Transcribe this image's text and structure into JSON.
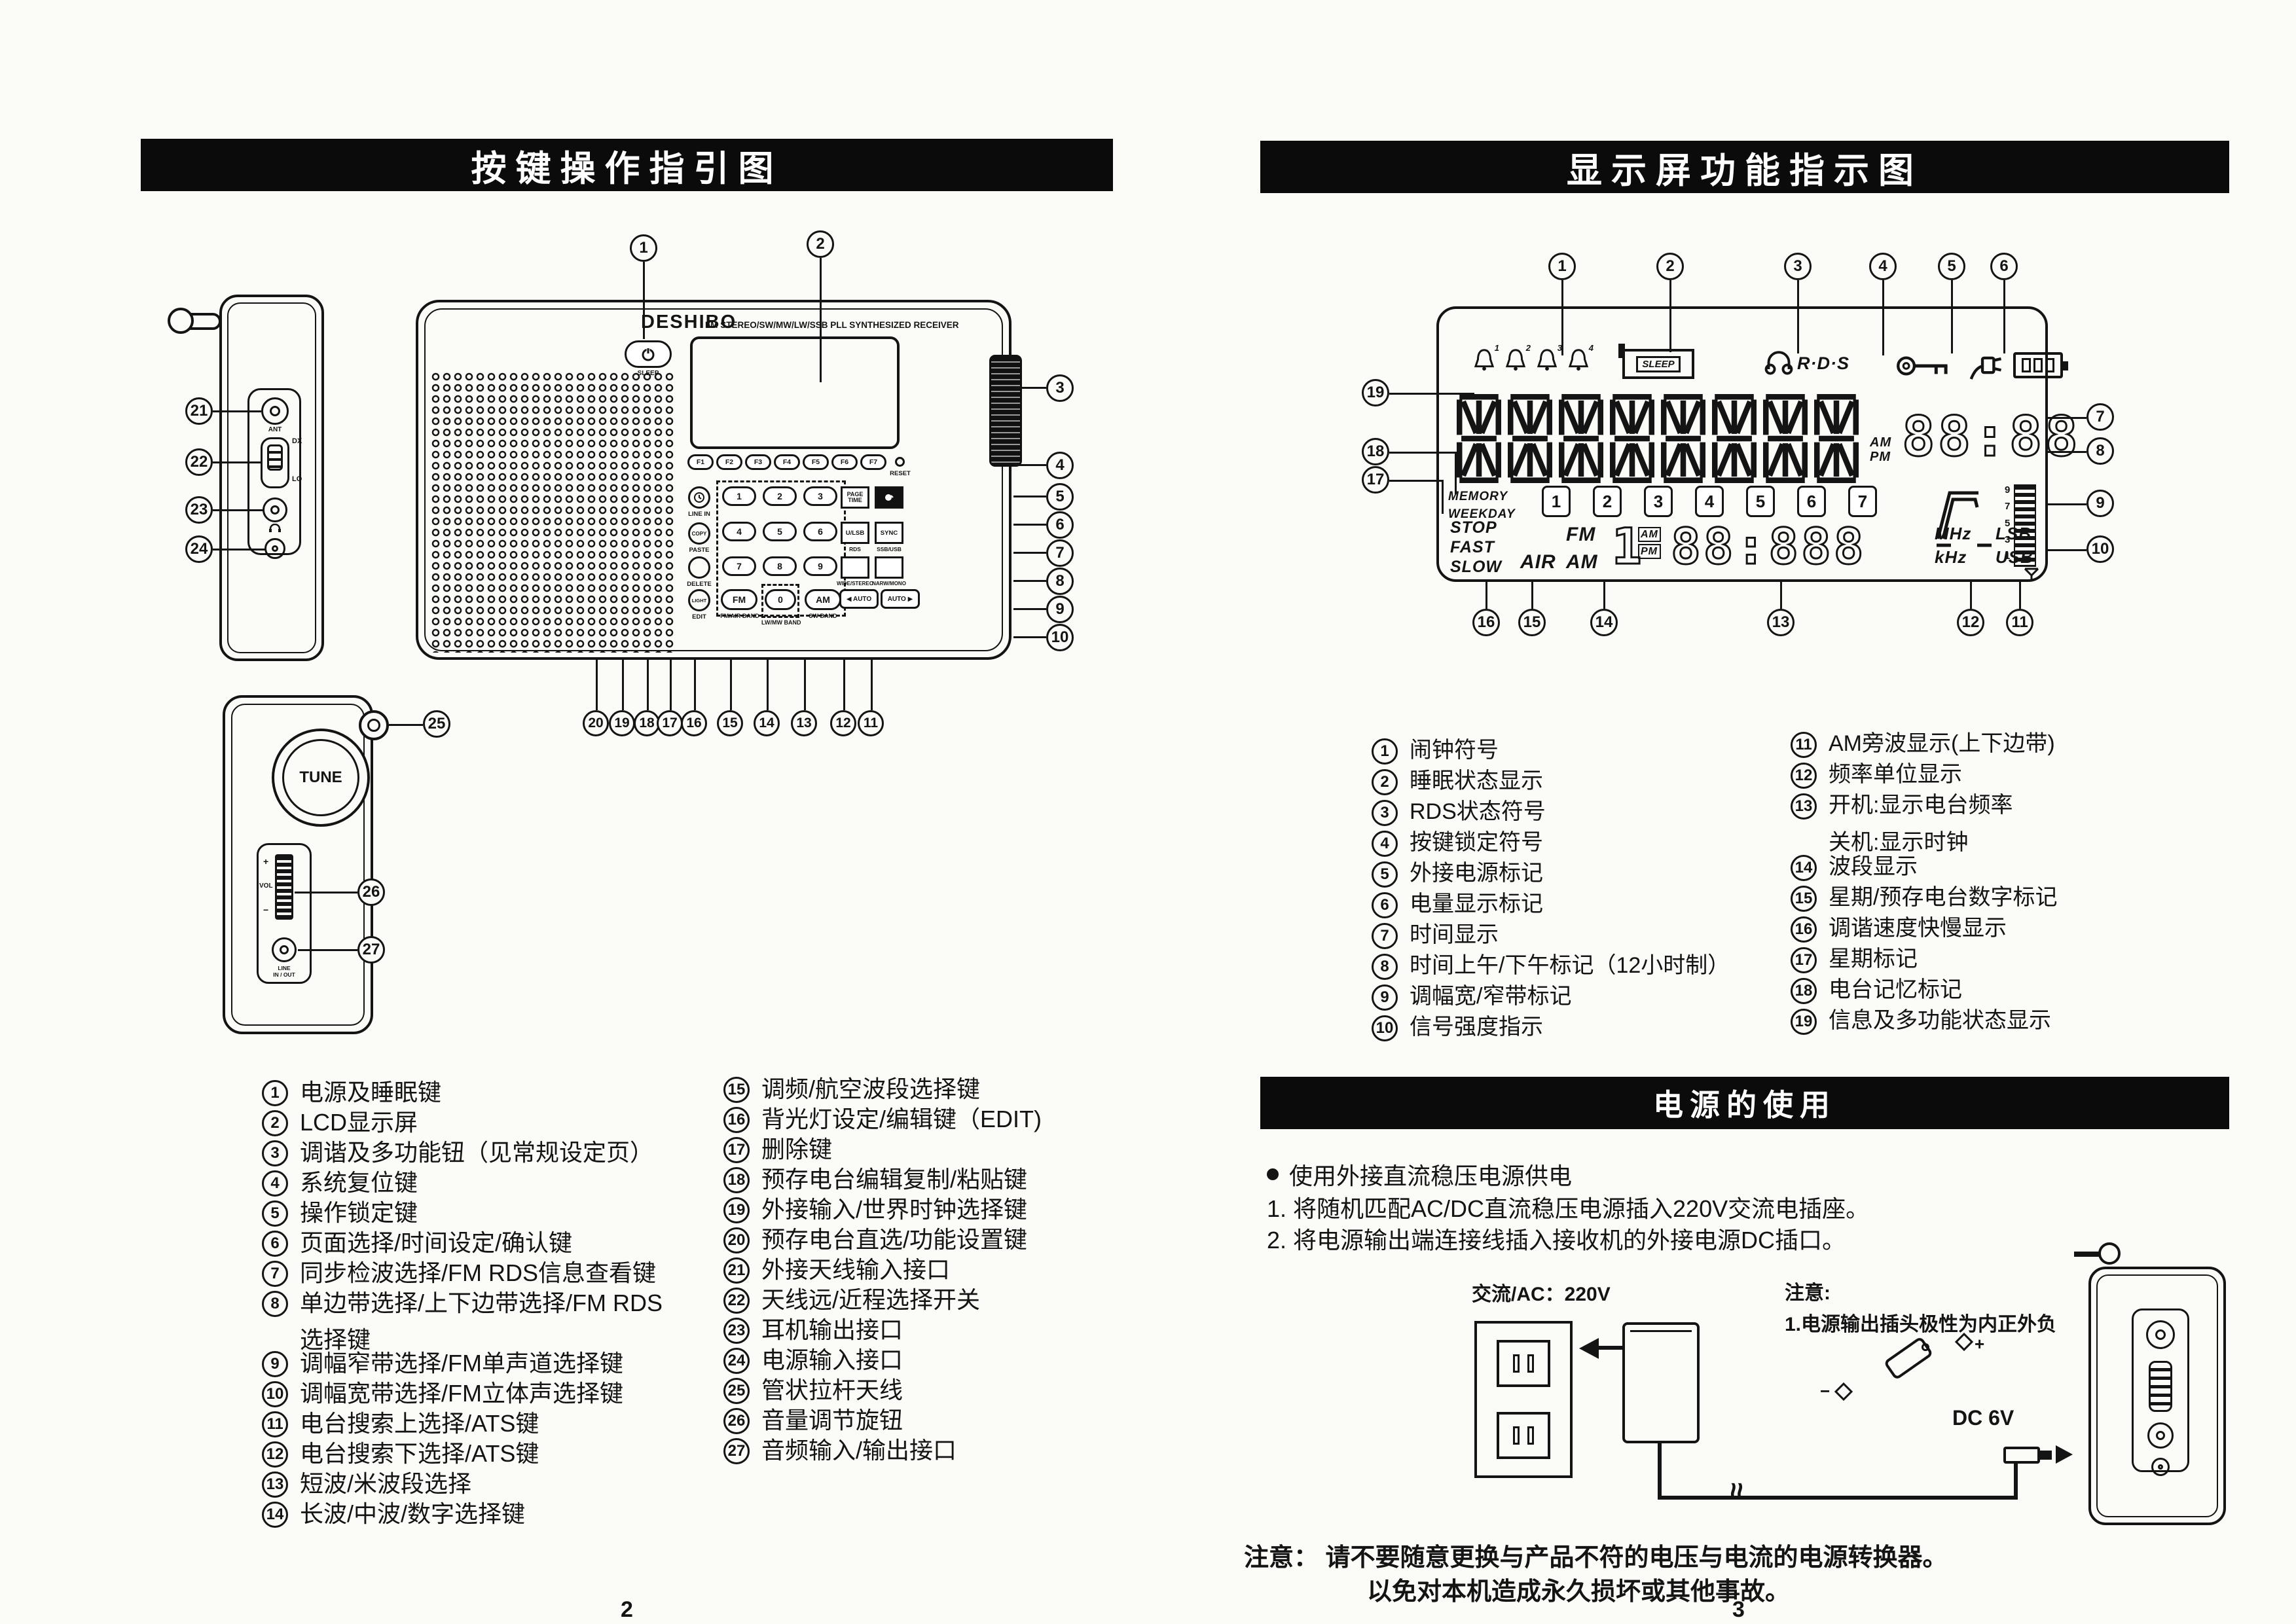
{
  "lp": {
    "title": "按键操作指引图",
    "page_number": "2",
    "radio": {
      "brand": "DESHIBO",
      "tagline": "FM STEREO/SW/MW/LW/SSB PLL SYNTHESIZED RECEIVER",
      "sleep": "SLEEP",
      "fn": [
        "F1",
        "F2",
        "F3",
        "F4",
        "F5",
        "F6",
        "F7"
      ],
      "reset": "RESET",
      "minis": [
        {
          "t": "",
          "c": "LINE IN"
        },
        {
          "t": "COPY",
          "c": "PASTE"
        },
        {
          "t": "",
          "c": "DELETE"
        },
        {
          "t": "LIGHT",
          "c": "EDIT"
        }
      ],
      "digits": [
        "1",
        "2",
        "3",
        "4",
        "5",
        "6",
        "7",
        "8",
        "9"
      ],
      "bands": [
        {
          "t": "FM",
          "c": "FM/AIR BAND"
        },
        {
          "t": "0",
          "c": "LW/MW BAND"
        },
        {
          "t": "AM",
          "c": "SW BAND"
        }
      ],
      "rk1": "PAGE TIME",
      "rk2": {
        "t": "U/LSB",
        "c": "RDS"
      },
      "rk3": {
        "t": "SYNC",
        "c": "SSB/USB"
      },
      "rk4c": "WIDE/STEREO",
      "rk5c": "NARW/MONO",
      "auto_l": "◀ AUTO",
      "auto_r": "AUTO ▶"
    },
    "side1": {
      "ant": "ANT",
      "dx": "DX",
      "lo": "LO"
    },
    "side2": {
      "tune": "TUNE",
      "vol": "VOL",
      "plus": "+",
      "minus": "−",
      "line1": "LINE",
      "line2": "IN / OUT"
    },
    "co_top": [
      "1",
      "2"
    ],
    "co_right": [
      "3",
      "4",
      "5",
      "6",
      "7",
      "8",
      "9",
      "10"
    ],
    "co_bottom": [
      "20",
      "19",
      "18",
      "17",
      "16",
      "15",
      "14",
      "13",
      "12",
      "11"
    ],
    "co_s1": [
      "21",
      "22",
      "23",
      "24"
    ],
    "co_s2": [
      "25",
      "26",
      "27"
    ],
    "list": [
      {
        "n": "1",
        "t": "电源及睡眠键"
      },
      {
        "n": "2",
        "t": "LCD显示屏"
      },
      {
        "n": "3",
        "t": "调谐及多功能钮（见常规设定页）"
      },
      {
        "n": "4",
        "t": "系统复位键"
      },
      {
        "n": "5",
        "t": "操作锁定键"
      },
      {
        "n": "6",
        "t": "页面选择/时间设定/确认键"
      },
      {
        "n": "7",
        "t": "同步检波选择/FM RDS信息查看键"
      },
      {
        "n": "8",
        "t": "单边带选择/上下边带选择/FM RDS",
        "t2": "选择键"
      },
      {
        "n": "9",
        "t": "调幅窄带选择/FM单声道选择键"
      },
      {
        "n": "10",
        "t": "调幅宽带选择/FM立体声选择键"
      },
      {
        "n": "11",
        "t": "电台搜索上选择/ATS键"
      },
      {
        "n": "12",
        "t": "电台搜索下选择/ATS键"
      },
      {
        "n": "13",
        "t": "短波/米波段选择"
      },
      {
        "n": "14",
        "t": "长波/中波/数字选择键"
      }
    ],
    "list2": [
      {
        "n": "15",
        "t": "调频/航空波段选择键"
      },
      {
        "n": "16",
        "t": "背光灯设定/编辑键（EDIT)"
      },
      {
        "n": "17",
        "t": "删除键"
      },
      {
        "n": "18",
        "t": "预存电台编辑复制/粘贴键"
      },
      {
        "n": "19",
        "t": "外接输入/世界时钟选择键"
      },
      {
        "n": "20",
        "t": "预存电台直选/功能设置键"
      },
      {
        "n": "21",
        "t": "外接天线输入接口"
      },
      {
        "n": "22",
        "t": "天线远/近程选择开关"
      },
      {
        "n": "23",
        "t": "耳机输出接口"
      },
      {
        "n": "24",
        "t": "电源输入接口"
      },
      {
        "n": "25",
        "t": "管状拉杆天线"
      },
      {
        "n": "26",
        "t": "音量调节旋钮"
      },
      {
        "n": "27",
        "t": "音频输入/输出接口"
      }
    ]
  },
  "rp": {
    "title": "显示屏功能指示图",
    "page_number": "3",
    "lcd": {
      "alarms": [
        "1",
        "2",
        "3",
        "4"
      ],
      "sleep": "SLEEP",
      "rds": "R·D·S",
      "am": "AM",
      "pm": "PM",
      "clock": "88:88",
      "memory": "MEMORY",
      "weekday": "WEEKDAY",
      "presets": [
        "1",
        "2",
        "3",
        "4",
        "5",
        "6",
        "7"
      ],
      "stop": "STOP",
      "fast": "FAST",
      "slow": "SLOW",
      "air": "AIR",
      "amband": "AM",
      "fm": "FM",
      "band1": "1",
      "freq": "88:888",
      "mhz": "MHz",
      "khz": "kHz",
      "lsb": "LSB",
      "usb": "USB",
      "meter": [
        "9",
        "7",
        "5",
        "3",
        "1"
      ]
    },
    "co_top": [
      "1",
      "2",
      "3",
      "4",
      "5",
      "6"
    ],
    "co_right": [
      "7",
      "8",
      "9",
      "10"
    ],
    "co_left": [
      "19",
      "18",
      "17"
    ],
    "co_bottom": [
      "16",
      "15",
      "14",
      "13",
      "12",
      "11"
    ],
    "list": [
      {
        "n": "1",
        "t": "闹钟符号"
      },
      {
        "n": "2",
        "t": "睡眠状态显示"
      },
      {
        "n": "3",
        "t": "RDS状态符号"
      },
      {
        "n": "4",
        "t": "按键锁定符号"
      },
      {
        "n": "5",
        "t": "外接电源标记"
      },
      {
        "n": "6",
        "t": "电量显示标记"
      },
      {
        "n": "7",
        "t": "时间显示"
      },
      {
        "n": "8",
        "t": "时间上午/下午标记（12小时制）"
      },
      {
        "n": "9",
        "t": "调幅宽/窄带标记"
      },
      {
        "n": "10",
        "t": "信号强度指示"
      }
    ],
    "list2": [
      {
        "n": "11",
        "t": "AM旁波显示(上下边带)"
      },
      {
        "n": "12",
        "t": "频率单位显示"
      },
      {
        "n": "13",
        "t": "开机:显示电台频率",
        "t2": "关机:显示时钟"
      },
      {
        "n": "14",
        "t": "波段显示"
      },
      {
        "n": "15",
        "t": "星期/预存电台数字标记"
      },
      {
        "n": "16",
        "t": "调谐速度快慢显示"
      },
      {
        "n": "17",
        "t": "星期标记"
      },
      {
        "n": "18",
        "t": "电台记忆标记"
      },
      {
        "n": "19",
        "t": "信息及多功能状态显示"
      }
    ],
    "power": {
      "title": "电源的使用",
      "bullet": "使用外接直流稳压电源供电",
      "step1": "1. 将随机匹配AC/DC直流稳压电源插入220V交流电插座。",
      "step2": "2. 将电源输出端连接线插入接收机的外接电源DC插口。",
      "ac": "交流/AC：220V",
      "note_t": "注意:",
      "note_b": "1.电源输出插头极性为内正外负",
      "dc": "DC 6V",
      "plus": "+",
      "minus": "−",
      "warn1": "注意： 请不要随意更换与产品不符的电压与电流的电源转换器。",
      "warn2": "以免对本机造成永久损坏或其他事故。"
    }
  }
}
